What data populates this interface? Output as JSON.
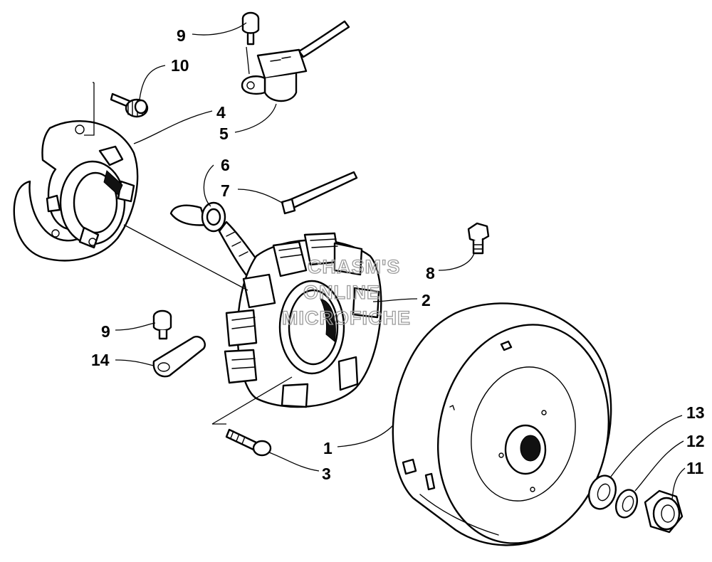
{
  "callouts": {
    "c1": "1",
    "c2": "2",
    "c3": "3",
    "c4": "4",
    "c5": "5",
    "c6": "6",
    "c7": "7",
    "c8": "8",
    "c9a": "9",
    "c9b": "9",
    "c10": "10",
    "c11": "11",
    "c12": "12",
    "c13": "13",
    "c14": "14"
  },
  "watermark": {
    "line1": "CHASM'S",
    "line2": "ONLINE",
    "line3": "MICROFICHE"
  },
  "colors": {
    "ink": "#000000",
    "paper": "#ffffff",
    "watermark": "#9a9a9a"
  }
}
